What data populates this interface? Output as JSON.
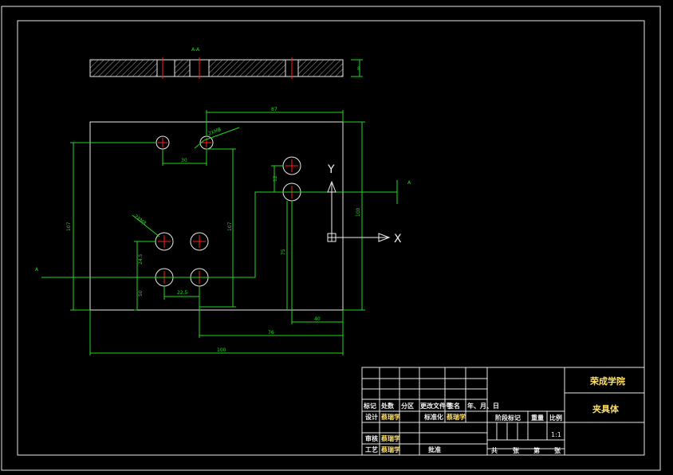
{
  "dims": {
    "top_width": "87",
    "hole_spacing_top": "30",
    "thread_top": "2XM8",
    "height_left": "107",
    "height_right": "107",
    "thread_left": "2XM8",
    "dim_12": "12",
    "dim_24_5": "24.5",
    "dim_50": "50",
    "dim_22_5": "22.5",
    "dim_75": "75",
    "dim_40": "40",
    "dim_76": "76",
    "overall_width": "100",
    "overall_height": "100",
    "section_label": "A-A",
    "section_a_left": "A",
    "section_a_right": "A",
    "side_dim": "8"
  },
  "ucs": {
    "x_label": "X",
    "y_label": "Y"
  },
  "title_block": {
    "school": "荣成学院",
    "part_name": "夹具体",
    "scale_value": "1:1",
    "row_labels": [
      "标记",
      "处数",
      "分区",
      "更改文件号",
      "签名",
      "年、月、日"
    ],
    "design": "设计",
    "design_by": "蔡瑞学",
    "standardize": "标准化",
    "standardize_by": "蔡瑞学",
    "stage_mark": "阶段标记",
    "weight": "重量",
    "scale": "比例",
    "review": "审核",
    "review_by": "蔡瑞学",
    "process": "工艺",
    "process_by": "蔡瑞学",
    "approve": "批准",
    "sheet_total": "共",
    "sheet_label": "张",
    "sheet_no": "第",
    "sheet_label2": "张"
  }
}
